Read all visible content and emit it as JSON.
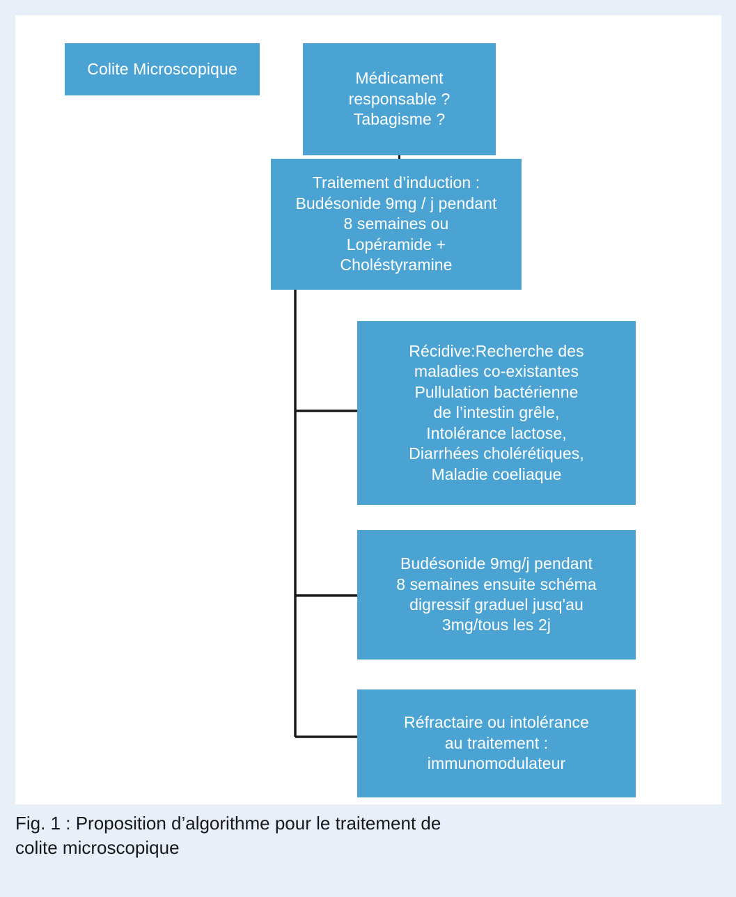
{
  "figure": {
    "caption": "Fig. 1 : Proposition d’algorithme pour le traitement de\ncolite microscopique",
    "colors": {
      "node_fill": "#4ba3d3",
      "node_text": "#ffffff",
      "connector": "#1a1a1a",
      "canvas": "#ffffff",
      "page_background": "#e9eff8"
    },
    "nodes": [
      {
        "id": "colite",
        "label": "Colite Microscopique"
      },
      {
        "id": "medicament",
        "label": "Médicament\nresponsable ?\nTabagisme ?"
      },
      {
        "id": "induction",
        "label": "Traitement d’induction :\nBudésonide 9mg / j pendant\n8 semaines ou\nLopéramide +\nCholéstyramine"
      },
      {
        "id": "recidive",
        "label": "Récidive:Recherche des\nmaladies co-existantes\nPullulation bactérienne\nde l’intestin grêle,\nIntolérance lactose,\nDiarrhées cholérétiques,\nMaladie coeliaque"
      },
      {
        "id": "budesonide",
        "label": "Budésonide 9mg/j pendant\n8 semaines ensuite schéma\ndigressif graduel jusq'au\n3mg/tous les 2j"
      },
      {
        "id": "refractaire",
        "label": "Réfractaire ou intolérance\nau traitement :\nimmunomodulateur"
      }
    ],
    "edges": [
      {
        "id": "medicament-to-induction",
        "from": "medicament",
        "to": "induction"
      },
      {
        "id": "induction-to-recidive",
        "from": "induction",
        "to": "recidive"
      },
      {
        "id": "induction-to-budesonide",
        "from": "induction",
        "to": "budesonide"
      },
      {
        "id": "induction-to-refractaire",
        "from": "induction",
        "to": "refractaire"
      }
    ]
  }
}
